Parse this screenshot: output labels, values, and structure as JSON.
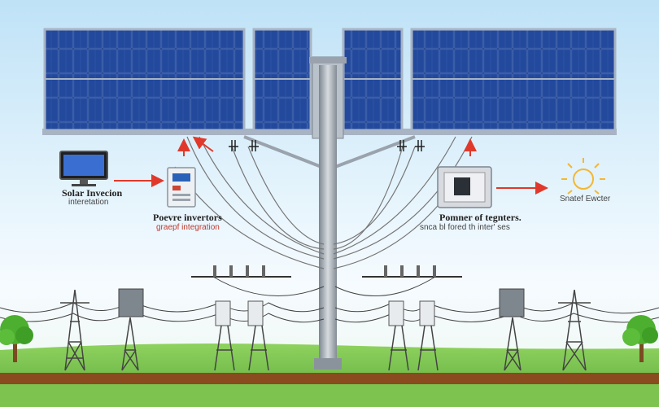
{
  "labels": {
    "left_title": "Solar Invecion",
    "left_sub": "interetation",
    "mid_title": "Poevre invertors",
    "mid_sub": "graepf integration",
    "right_title": "Pomner of tegnters.",
    "right_sub": "snca bl fored th inter' ses",
    "sun_label": "Snatef Ewcter"
  },
  "colors": {
    "panel": "#1c3e8a",
    "panel_frame": "#a8b4c4",
    "pole": "#9aa3ad",
    "grass": "#6fc14a",
    "soil": "#8a4b1e",
    "arrow": "#e0392b",
    "sun": "#f5b731"
  },
  "icons": [
    "monitor-icon",
    "inverter-icon",
    "combiner-box-icon",
    "sun-icon",
    "tree-icon",
    "transmission-tower-icon"
  ]
}
